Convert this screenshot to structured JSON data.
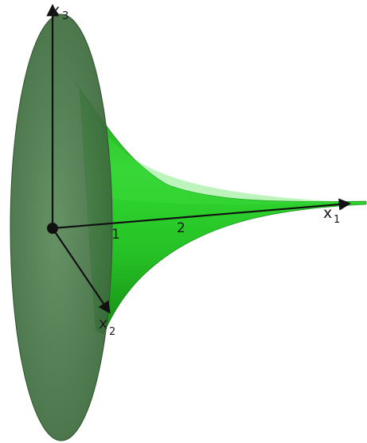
{
  "colors": {
    "horn_surface": "#22c522",
    "horn_shadow": "#168f16",
    "end_disk": "#3f6f3f",
    "axis": "#111111",
    "background": "#ffffff"
  },
  "axes": {
    "x1": {
      "letter": "x",
      "subscript": "1"
    },
    "x2": {
      "letter": "x",
      "subscript": "2"
    },
    "x3": {
      "letter": "x",
      "subscript": "3"
    }
  },
  "ticks": [
    "1",
    "2"
  ]
}
